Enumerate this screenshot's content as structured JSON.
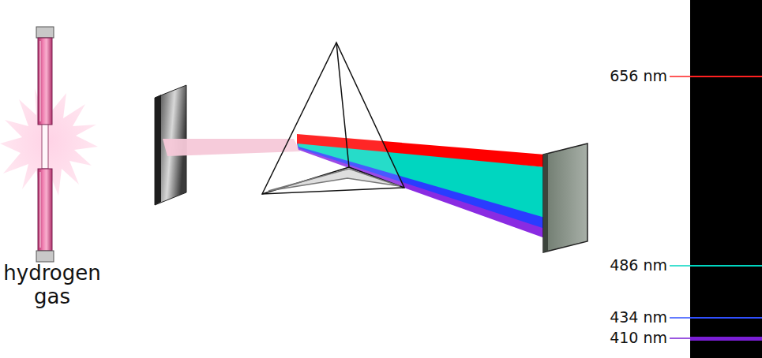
{
  "diagram": {
    "labels": [
      "hydrogen gas",
      "656 nm",
      "486 nm",
      "434 nm",
      "410 nm"
    ]
  }
}
